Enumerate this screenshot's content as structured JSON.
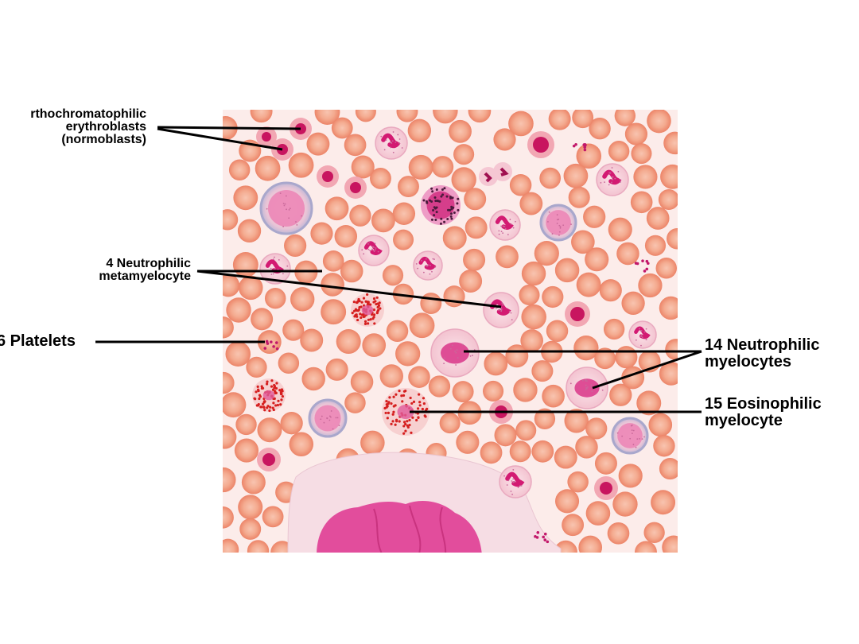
{
  "labels": {
    "orthochromatophilic": {
      "lines": [
        "rthochromatophilic",
        "erythroblasts",
        "(normoblasts)"
      ]
    },
    "neutrophilic_metamyelocyte": {
      "lines": [
        "4 Neutrophilic",
        "metamyelocyte"
      ]
    },
    "platelets": {
      "text": "6 Platelets"
    },
    "neutrophilic_myelocytes": {
      "lines": [
        "14 Neutrophilic",
        "myelocytes"
      ]
    },
    "eosinophilic_myelocyte": {
      "lines": [
        "15 Eosinophilic",
        "myelocyte"
      ]
    }
  },
  "colors": {
    "background": "#ffffff",
    "smear_background": "#fcecea",
    "rbc_fill": "#f4a98f",
    "rbc_rim": "#ee8a70",
    "nucleus": "#d81b73",
    "eosinophil_granule": "#d61e1e",
    "megakaryocyte_cytoplasm": "#f7dbe3",
    "megakaryocyte_nucleus": "#e04a9a",
    "leader_line": "#000000"
  }
}
